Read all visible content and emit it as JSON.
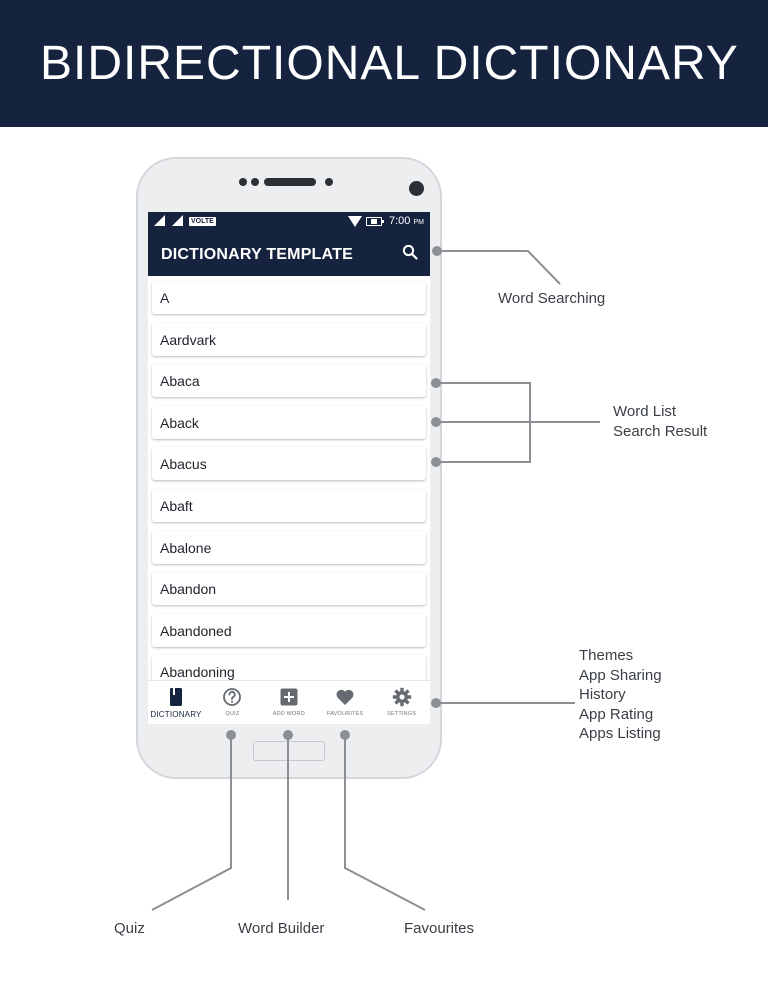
{
  "banner": {
    "title": "BIDIRECTIONAL DICTIONARY"
  },
  "status_bar": {
    "network": "VOLTE",
    "time": "7:00",
    "ampm": "PM"
  },
  "app_bar": {
    "title": "DICTIONARY TEMPLATE",
    "search_icon": "search-icon"
  },
  "words": [
    "A",
    "Aardvark",
    "Abaca",
    "Aback",
    "Abacus",
    "Abaft",
    "Abalone",
    "Abandon",
    "Abandoned",
    "Abandoning"
  ],
  "bottom_nav": [
    {
      "label": "DICTIONARY",
      "icon": "book-icon",
      "active": true
    },
    {
      "label": "QUIZ",
      "icon": "question-icon",
      "active": false
    },
    {
      "label": "ADD WORD",
      "icon": "plus-box-icon",
      "active": false
    },
    {
      "label": "FAVOURITES",
      "icon": "heart-icon",
      "active": false
    },
    {
      "label": "SETTINGS",
      "icon": "gear-icon",
      "active": false
    }
  ],
  "callouts": {
    "word_searching": "Word Searching",
    "word_list": [
      "Word List",
      "Search Result"
    ],
    "settings_features": [
      "Themes",
      "App Sharing",
      "History",
      "App Rating",
      "Apps Listing"
    ],
    "quiz": "Quiz",
    "word_builder": "Word Builder",
    "favourites": "Favourites"
  },
  "colors": {
    "primary": "#16233f",
    "callout_line": "#8c8f94",
    "background": "#ffffff"
  }
}
